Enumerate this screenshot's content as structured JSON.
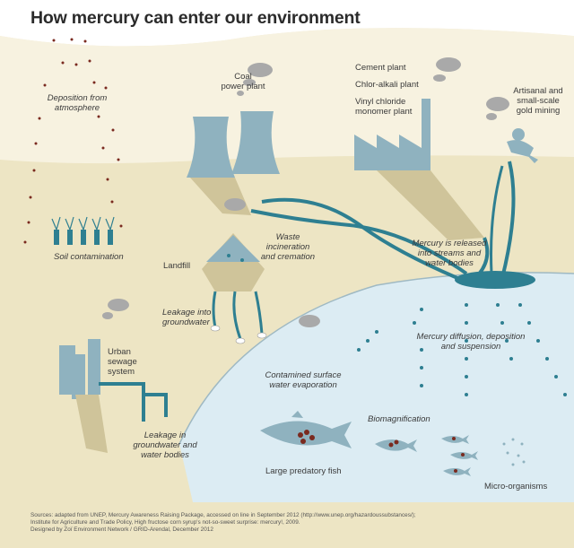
{
  "title": "How mercury can enter our environment",
  "labels": {
    "deposition": "Deposition from\natmosphere",
    "coal": "Coal\npower plant",
    "cement": "Cement plant",
    "chlor": "Chlor-alkali plant",
    "vinyl": "Vinyl chloride\nmonomer plant",
    "artisanal": "Artisanal and\nsmall-scale\ngold mining",
    "soil": "Soil contamination",
    "landfill": "Landfill",
    "waste": "Waste\nincineration\nand cremation",
    "released": "Mercury is released\ninto streams and\nwater bodies",
    "leakage_gw": "Leakage into\ngroundwater",
    "urban": "Urban\nsewage\nsystem",
    "diffusion": "Mercury diffusion, deposition\nand suspension",
    "contaminated": "Contamined surface\nwater evaporation",
    "biomag": "Biomagnification",
    "leakage_bodies": "Leakage in\ngroundwater and\nwater bodies",
    "predatory": "Large predatory fish",
    "micro": "Micro-organisms"
  },
  "sources": "Sources: adapted from UNEP, Mercury Awareness Raising Package, accessed on line in September 2012 (http://www.unep.org/hazardoussubstances/);\nInstitute for Agriculture and Trade Policy, High fructose corn syrup's not-so-sweet surprise: mercury!, 2009.\nDesigned by Zoï Environment Network / GRID-Arendal, December 2012",
  "colors": {
    "sky": "#ffffff",
    "land": "#ede5c4",
    "water": "#dcecf3",
    "teal": "#2e7f91",
    "structure": "#8fb2bf",
    "beam": "#cfc49a",
    "cloud": "#a9a9a9",
    "dots": "#7a2a1f"
  }
}
